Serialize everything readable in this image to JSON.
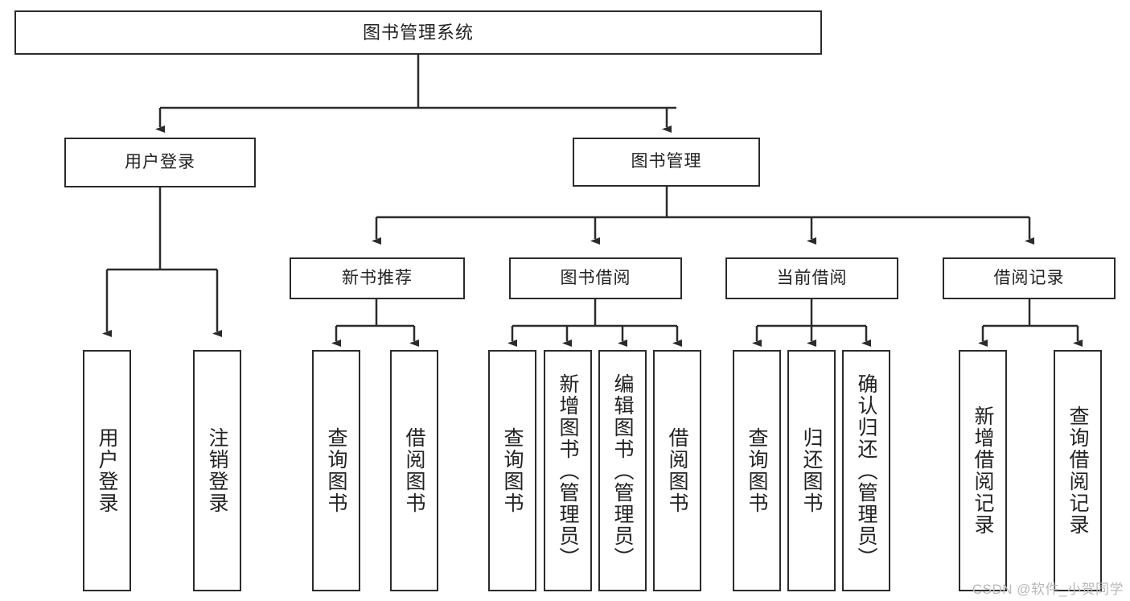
{
  "diagram": {
    "title": "图书管理系统",
    "type": "hierarchy-tree",
    "watermark": "CSDN @软件_小贺同学",
    "colors": {
      "border": "#2b2b2b",
      "background": "#ffffff",
      "text": "#222222",
      "watermark": "#b9b9b9"
    },
    "root": {
      "label": "图书管理系统"
    },
    "level2": [
      {
        "label": "用户登录"
      },
      {
        "label": "图书管理"
      }
    ],
    "level3": [
      {
        "label": "新书推荐"
      },
      {
        "label": "图书借阅"
      },
      {
        "label": "当前借阅"
      },
      {
        "label": "借阅记录"
      }
    ],
    "leaves": {
      "user_login": [
        {
          "label": "用户登录"
        },
        {
          "label": "注销登录"
        }
      ],
      "new_book": [
        {
          "label": "查询图书"
        },
        {
          "label": "借阅图书"
        }
      ],
      "book_borrow": [
        {
          "label": "查询图书"
        },
        {
          "label": "新增图书（管理员）"
        },
        {
          "label": "编辑图书（管理员）"
        },
        {
          "label": "借阅图书"
        }
      ],
      "current_borrow": [
        {
          "label": "查询图书"
        },
        {
          "label": "归还图书"
        },
        {
          "label": "确认归还（管理员）"
        }
      ],
      "borrow_record": [
        {
          "label": "新增借阅记录"
        },
        {
          "label": "查询借阅记录"
        }
      ]
    }
  }
}
